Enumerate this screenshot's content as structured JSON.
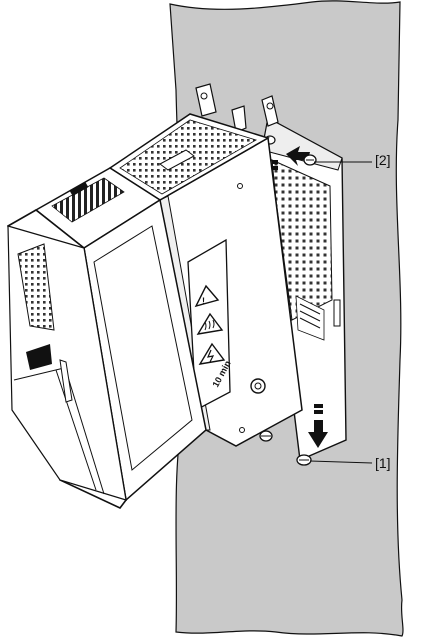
{
  "callouts": {
    "c1": "[1]",
    "c2": "[2]"
  },
  "label_lettering": [
    "10 min"
  ],
  "colors": {
    "wall": "#c9c9c9",
    "outline": "#111111",
    "device": "#ffffff",
    "perforation": "#333333"
  },
  "icons": [
    "electrical-hazard-icon",
    "hot-surface-icon",
    "capacitor-discharge-icon",
    "arrow-up-icon",
    "arrow-down-icon"
  ]
}
